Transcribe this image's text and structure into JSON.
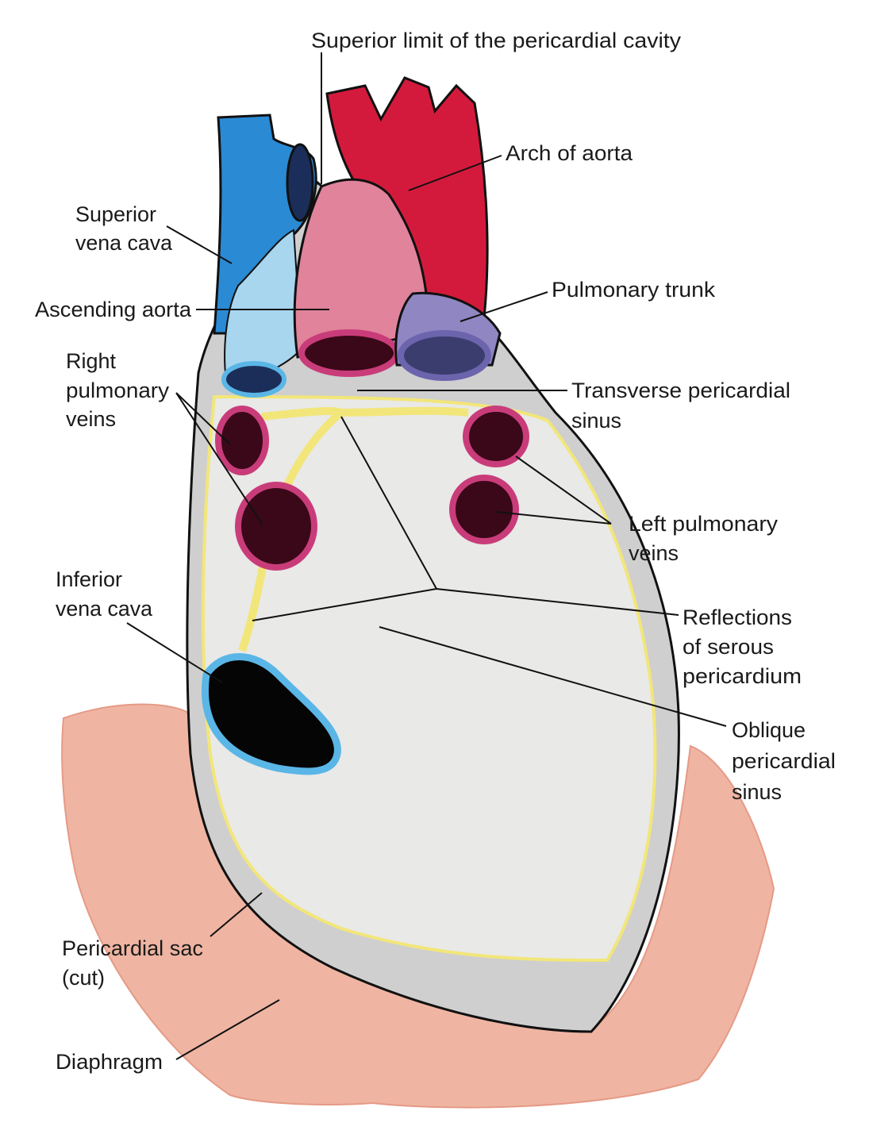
{
  "labels": {
    "superior_limit": "Superior limit of the pericardial cavity",
    "arch_of_aorta": "Arch of aorta",
    "svc_1": "Superior",
    "svc_2": "vena cava",
    "ascending_aorta": "Ascending aorta",
    "pulmonary_trunk": "Pulmonary trunk",
    "rpv_1": "Right",
    "rpv_2": "pulmonary",
    "rpv_3": "veins",
    "transverse_1": "Transverse pericardial",
    "transverse_2": "sinus",
    "lpv_1": "Left pulmonary",
    "lpv_2": "veins",
    "ivc_1": "Inferior",
    "ivc_2": "vena cava",
    "reflections_1": "Reflections",
    "reflections_2": "of serous",
    "reflections_3": "pericardium",
    "oblique_1": "Oblique",
    "oblique_2": "pericardial",
    "oblique_3": "sinus",
    "sac_1": "Pericardial sac",
    "sac_2": "(cut)",
    "diaphragm": "Diaphragm"
  },
  "colors": {
    "diaphragm": "#efb5a2",
    "sac": "#cfcfcf",
    "inner": "#e9e9e7",
    "reflection": "#f2e67a",
    "svc": "#2a8ad4",
    "aorta_arch": "#d41a3c",
    "ascending_aorta": "#e0839b",
    "pulmonary_trunk": "#6c64ad",
    "vein_rim": "#c93c7a",
    "vein_lumen": "#3a0818",
    "ivc_rim": "#5ab6e6"
  }
}
